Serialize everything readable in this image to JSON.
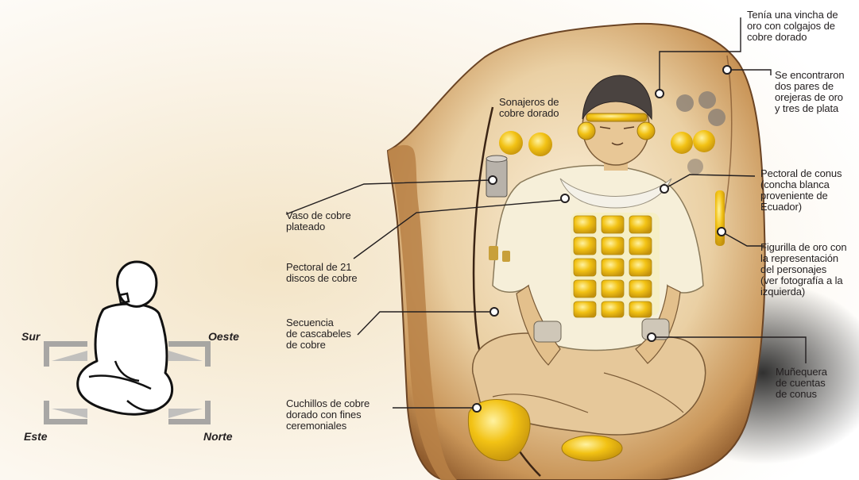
{
  "colors": {
    "background_warm": "#f2e2c2",
    "bundle_brown": "#c79255",
    "bundle_dark": "#5a3a22",
    "gold": "#f2c214",
    "gold_dark": "#c4920c",
    "callout_line": "#231f20",
    "text": "#231f20"
  },
  "orientation": {
    "sur": "Sur",
    "oeste": "Oeste",
    "este": "Este",
    "norte": "Norte"
  },
  "labels": {
    "vincha": "Tenía una vincha de\noro con colgajos de\ncobre dorado",
    "orejeras": "Se encontraron\ndos pares de\norejeras de oro\ny tres de plata",
    "sonajeros": "Sonajeros de\ncobre dorado",
    "pectoral_conus": "Pectoral de conus\n(concha blanca\nproveniente de\nEcuador)",
    "vaso": "Vaso de cobre\nplateado",
    "figurilla": "Figurilla de oro con\nla representación\ndel personajes\n(ver fotografía a la\nizquierda)",
    "pectoral_discos": "Pectoral de 21\ndiscos de cobre",
    "cascabeles": "Secuencia\nde cascabeles\nde cobre",
    "munequera": "Muñequera\nde cuentas\nde conus",
    "cuchillos": "Cuchillos de cobre\ndorado con fines\nceremoniales"
  }
}
